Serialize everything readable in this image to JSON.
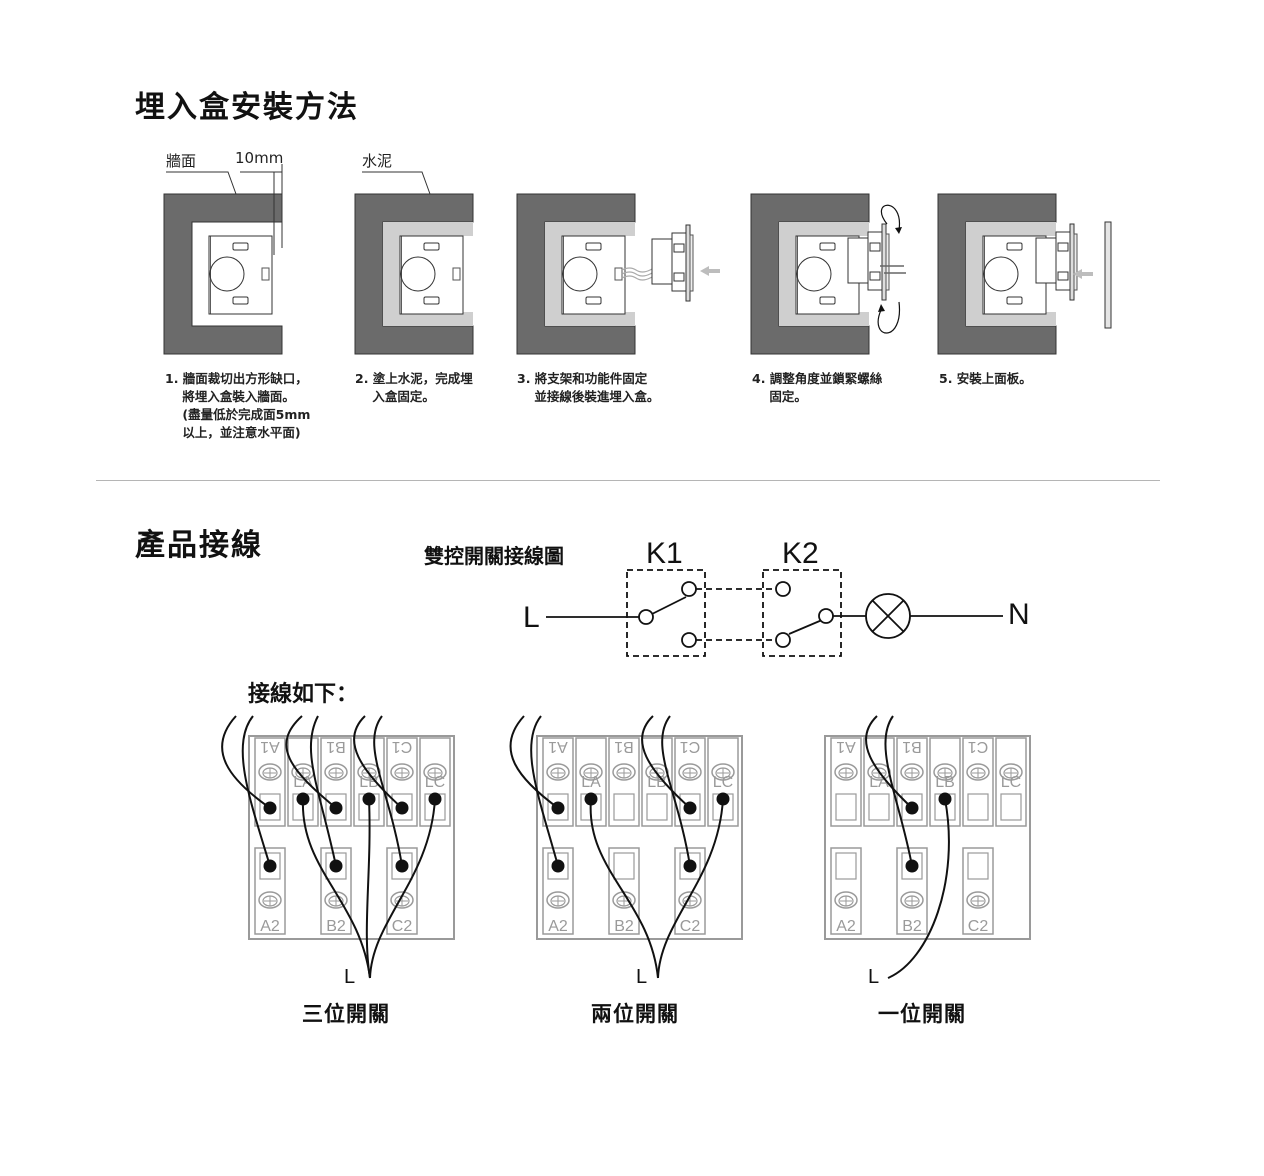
{
  "install": {
    "title": "埋入盒安裝方法",
    "labels": {
      "wall": "牆面",
      "thickness": "10mm",
      "cement": "水泥"
    },
    "steps": [
      {
        "text": "1. 牆面裁切出方形缺口，\n    將埋入盒裝入牆面。\n    (盡量低於完成面5mm\n    以上，並注意水平面)"
      },
      {
        "text": "2. 塗上水泥，完成埋\n    入盒固定。"
      },
      {
        "text": "3. 將支架和功能件固定\n    並接線後裝進埋入盒。"
      },
      {
        "text": "4. 調整角度並鎖緊螺絲\n    固定。"
      },
      {
        "text": "5. 安裝上面板。"
      }
    ],
    "colors": {
      "wall": "#6b6b6b",
      "cement": "#cfcfcf",
      "arrow": "#bdbdbd"
    }
  },
  "wiring": {
    "title": "產品接線",
    "schematic": {
      "title": "雙控開關接線圖",
      "switch1": "K1",
      "switch2": "K2",
      "live": "L",
      "neutral": "N",
      "lamp_icon": "lamp-cross-icon"
    },
    "intro": "接線如下：",
    "terminal_top_labels": [
      "A1",
      "B1",
      "C1"
    ],
    "terminal_mid_labels": [
      "LA",
      "LB",
      "LC"
    ],
    "terminal_bottom_labels": [
      "A2",
      "B2",
      "C2"
    ],
    "live_label": "L",
    "panels": [
      {
        "caption": "三位開關",
        "gang": 3
      },
      {
        "caption": "兩位開關",
        "gang": 2
      },
      {
        "caption": "一位開關",
        "gang": 1
      }
    ]
  }
}
